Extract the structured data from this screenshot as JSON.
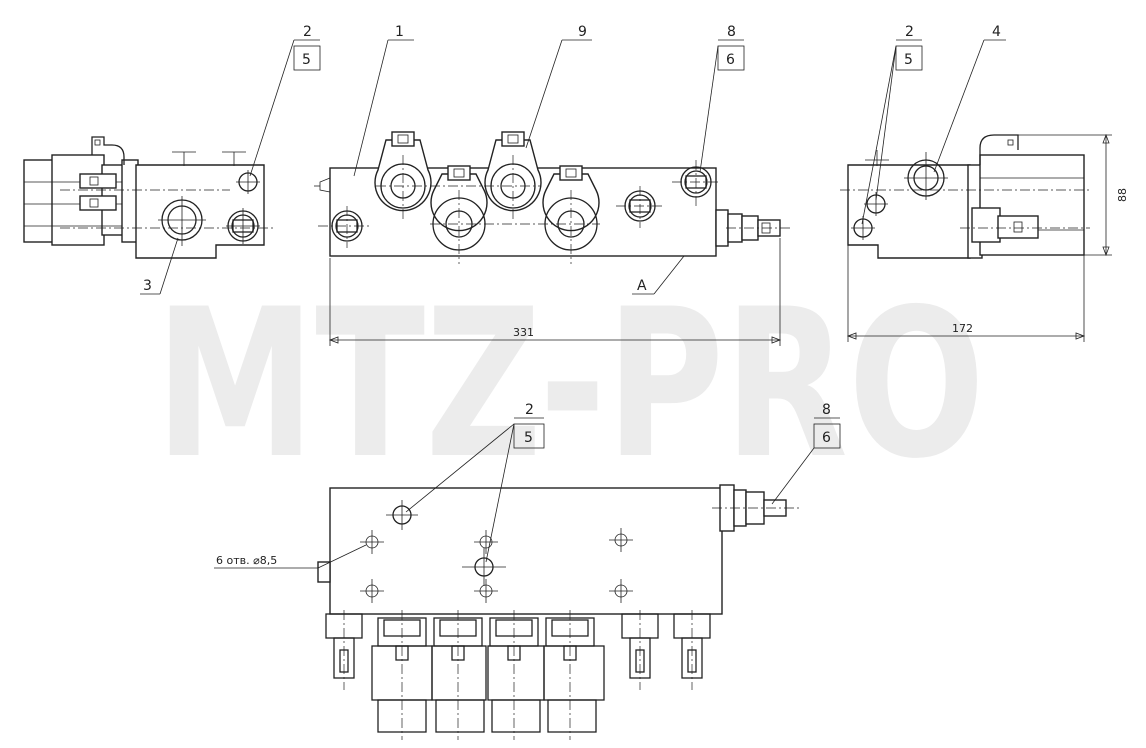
{
  "watermark": "MTZ-PRO",
  "callouts": {
    "left_top": "2",
    "left_box": "5",
    "left_bottom": "3",
    "front_1": "1",
    "front_9": "9",
    "front_8": "8",
    "front_box6": "6",
    "front_A": "A",
    "right_2": "2",
    "right_box5": "5",
    "right_4": "4",
    "bottom_2": "2",
    "bottom_box5": "5",
    "bottom_8": "8",
    "bottom_box6": "6"
  },
  "dimensions": {
    "length": "331",
    "width": "172",
    "height": "88",
    "holes_note": "6 отв. ⌀8,5"
  }
}
